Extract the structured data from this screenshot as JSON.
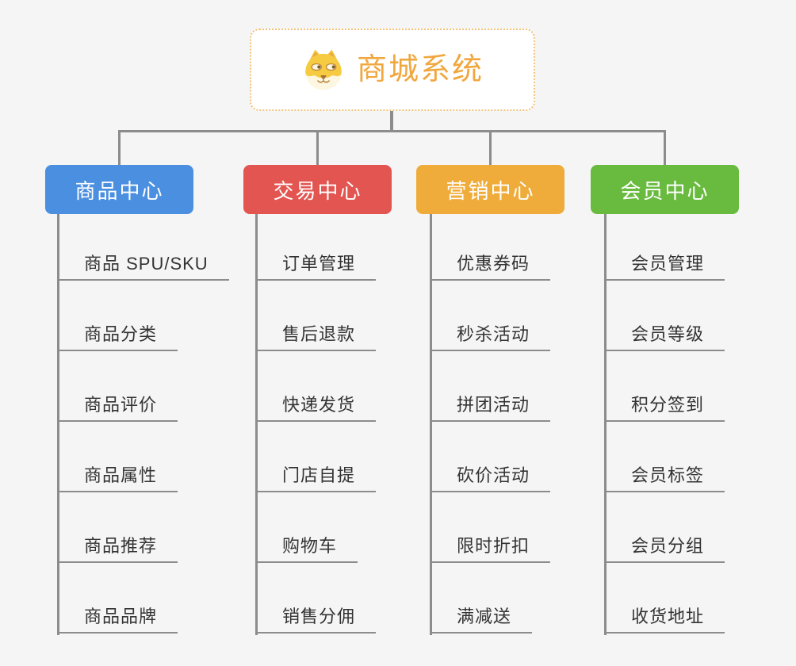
{
  "root": {
    "title": "商城系统",
    "icon": "dog-face-icon",
    "title_color": "#f0a73e",
    "border_color": "#f2c276"
  },
  "connector_color": "#8c8c8c",
  "branches": [
    {
      "label": "商品中心",
      "color": "#4a8fe0",
      "items": [
        "商品 SPU/SKU",
        "商品分类",
        "商品评价",
        "商品属性",
        "商品推荐",
        "商品品牌"
      ]
    },
    {
      "label": "交易中心",
      "color": "#e25551",
      "items": [
        "订单管理",
        "售后退款",
        "快递发货",
        "门店自提",
        "购物车",
        "销售分佣"
      ]
    },
    {
      "label": "营销中心",
      "color": "#efac3b",
      "items": [
        "优惠券码",
        "秒杀活动",
        "拼团活动",
        "砍价活动",
        "限时折扣",
        "满减送"
      ]
    },
    {
      "label": "会员中心",
      "color": "#69bb3f",
      "items": [
        "会员管理",
        "会员等级",
        "积分签到",
        "会员标签",
        "会员分组",
        "收货地址"
      ]
    }
  ]
}
